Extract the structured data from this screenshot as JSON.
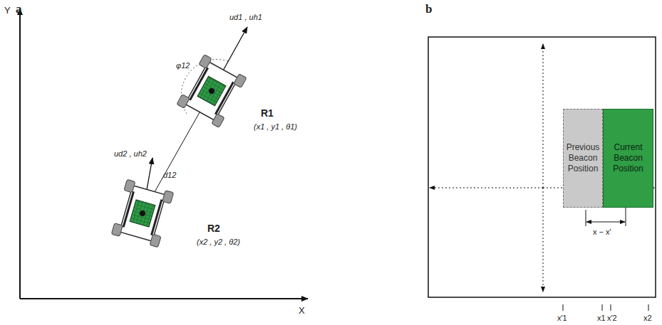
{
  "diagram": {
    "nodes": [
      {
        "text": [
          "Previous Beacon Position"
        ]
      },
      {
        "text": [
          "Current Beacon Position"
        ]
      }
    ],
    "labels": [
      "a",
      "Y",
      "X",
      "ud1 , uh1",
      "φ12",
      "R1",
      "(x1 , y1 , θ1)",
      "ud2 , uh2",
      "d12",
      "R2",
      "(x2 , y2 , θ2)",
      "b",
      "x − x'",
      "x'1",
      "x1",
      "x'2",
      "x2"
    ]
  }
}
